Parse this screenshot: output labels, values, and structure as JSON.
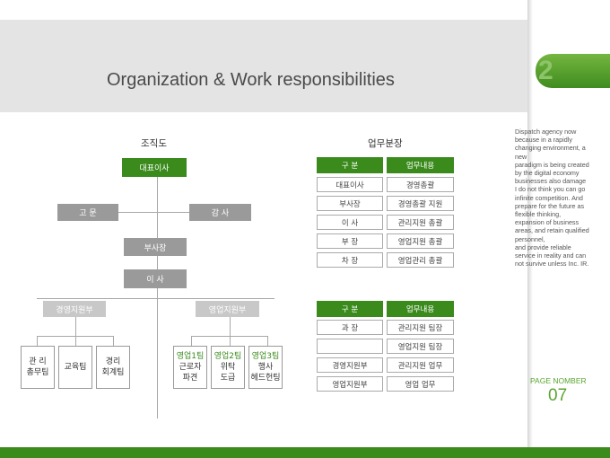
{
  "title": "Organization & Work responsibilities",
  "tab_number": "2",
  "org": {
    "heading": "조직도",
    "ceo": "대표이사",
    "advisor": "고 문",
    "auditor": "감 사",
    "vice_president": "부사장",
    "director": "이 사",
    "dept_mgmt": "경영지원부",
    "dept_sales": "영업지원부",
    "teams_mgmt": [
      [
        "관 리",
        "총무팀"
      ],
      [
        "교육팀"
      ],
      [
        "경리",
        "회계팀"
      ]
    ],
    "teams_sales": [
      [
        "영업1팀",
        "근로자",
        "파견"
      ],
      [
        "영업2팀",
        "위탁",
        "도급"
      ],
      [
        "영업3팀",
        "행사",
        "헤드헌팅"
      ]
    ]
  },
  "duties": {
    "heading": "업무분장",
    "table1": {
      "headers": [
        "구 분",
        "업무내용"
      ],
      "rows": [
        [
          "대표이사",
          "경영총괄"
        ],
        [
          "부사장",
          "경영총괄 지원"
        ],
        [
          "이 사",
          "관리지원 총괄"
        ],
        [
          "부 장",
          "영업지원 총괄"
        ],
        [
          "차 장",
          "영업관리 총괄"
        ]
      ]
    },
    "table2": {
      "headers": [
        "구 분",
        "업무내용"
      ],
      "rows": [
        [
          "과 장",
          "관리지원 팀장"
        ],
        [
          "",
          "영업지원 팀장"
        ],
        [
          "경영지원부",
          "관리지원 업무"
        ],
        [
          "영업지원부",
          "영업 업무"
        ]
      ]
    }
  },
  "side_text": [
    "Dispatch agency now",
    "because in a rapidly",
    "changing environment, a",
    "new",
    "paradigm is being created",
    "by the digital economy",
    "businesses also damage",
    "I do not think you can go",
    "infinite competition. And",
    "prepare for the future as",
    "flexible thinking,",
    "expansion of business",
    "areas, and retain qualified",
    "personnel,",
    "and provide reliable",
    "service in reality and can",
    "not survive unless Inc. IR."
  ],
  "page_number_label": "PAGE NOMBER",
  "page_number": "07",
  "colors": {
    "accent_green": "#3a8a1c",
    "header_gray": "#e4e4e4",
    "box_gray": "#9a9a9a"
  }
}
